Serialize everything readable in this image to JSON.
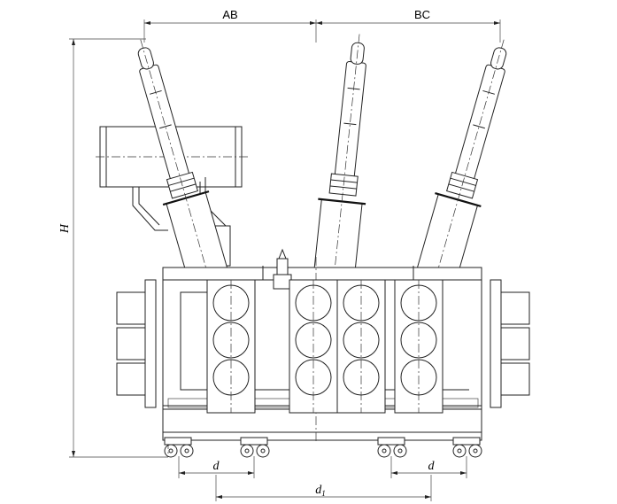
{
  "dimensions": {
    "ab_label": "AB",
    "bc_label": "BC",
    "height_label": "H",
    "d_left_label": "d",
    "d_right_label": "d",
    "d1_label": "d",
    "d1_subscript": "1"
  },
  "colors": {
    "line": "#222222",
    "background": "#ffffff"
  }
}
